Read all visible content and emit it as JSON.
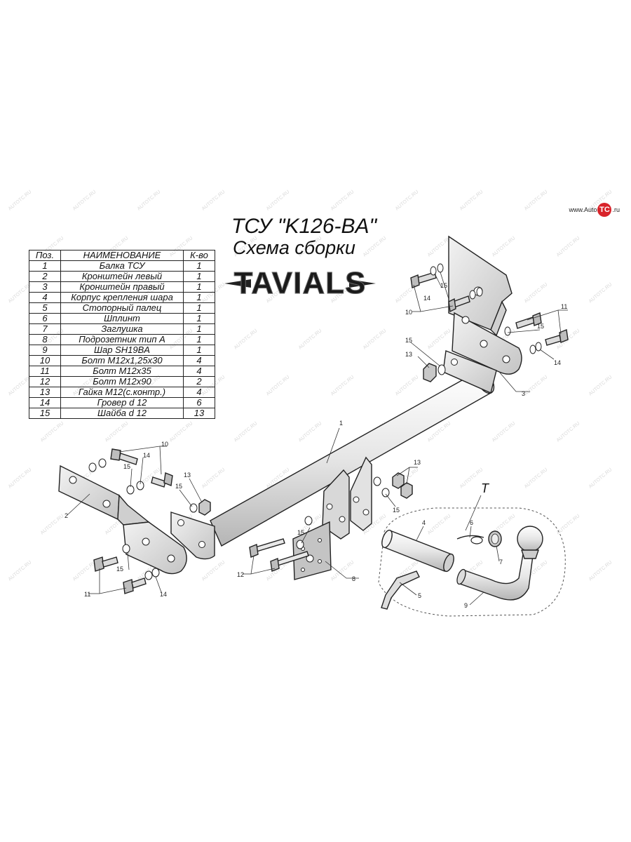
{
  "title": {
    "line1": "ТСУ \"K126-BA\"",
    "line2": "Схема сборки"
  },
  "site": {
    "prefix": "www.Auto",
    "badge": "TC",
    "suffix": ".ru"
  },
  "logo": {
    "text": "TAVIALS"
  },
  "watermark": "AUTOTC.RU",
  "table": {
    "headers": [
      "Поз.",
      "НАИМЕНОВАНИЕ",
      "К-во"
    ],
    "rows": [
      {
        "pos": "1",
        "name": "Балка ТСУ",
        "qty": "1"
      },
      {
        "pos": "2",
        "name": "Кронштейн левый",
        "qty": "1"
      },
      {
        "pos": "3",
        "name": "Кронштейн правый",
        "qty": "1"
      },
      {
        "pos": "4",
        "name": "Корпус крепления шара",
        "qty": "1"
      },
      {
        "pos": "5",
        "name": "Стопорный палец",
        "qty": "1"
      },
      {
        "pos": "6",
        "name": "Шплинт",
        "qty": "1"
      },
      {
        "pos": "7",
        "name": "Заглушка",
        "qty": "1"
      },
      {
        "pos": "8",
        "name": "Подрозетник тип А",
        "qty": "1"
      },
      {
        "pos": "9",
        "name": "Шар SH19BA",
        "qty": "1"
      },
      {
        "pos": "10",
        "name": "Болт М12х1,25х30",
        "qty": "4"
      },
      {
        "pos": "11",
        "name": "Болт М12х35",
        "qty": "4"
      },
      {
        "pos": "12",
        "name": "Болт М12х90",
        "qty": "2"
      },
      {
        "pos": "13",
        "name": "Гайка М12(с.контр.)",
        "qty": "4"
      },
      {
        "pos": "14",
        "name": "Гровер d 12",
        "qty": "6"
      },
      {
        "pos": "15",
        "name": "Шайба d 12",
        "qty": "13"
      }
    ]
  },
  "callouts": {
    "c1": "1",
    "c2": "2",
    "c3": "3",
    "c4": "4",
    "c5": "5",
    "c6": "6",
    "c7": "7",
    "c8": "8",
    "c9": "9",
    "c10": "10",
    "c11": "11",
    "c12": "12",
    "c13": "13",
    "c14": "14",
    "c15": "15",
    "kit": "T"
  },
  "colors": {
    "part_fill": "#ebebeb",
    "part_shade": "#bdbdbd",
    "line": "#222222",
    "badge": "#d8232a"
  }
}
